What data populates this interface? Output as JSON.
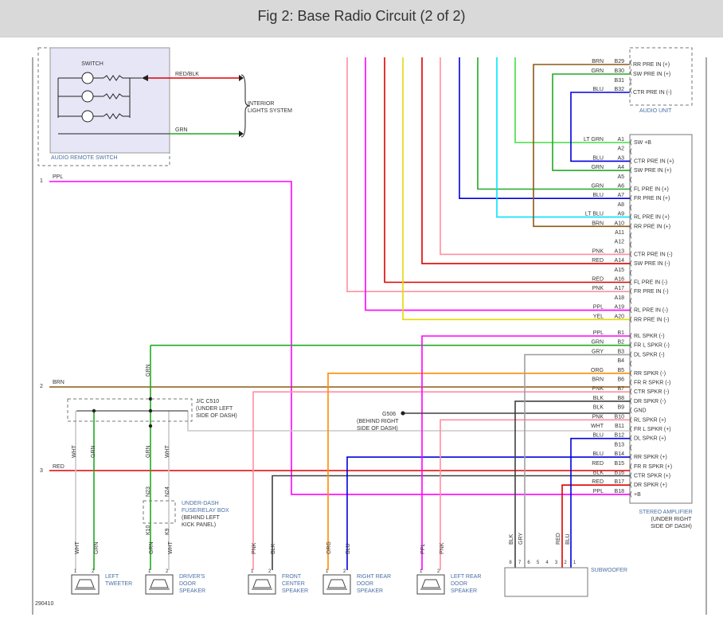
{
  "title": "Fig 2: Base Radio Circuit (2 of 2)",
  "figure_id": "290410",
  "colors": {
    "PPL": "#ff00ff",
    "GRN": "#22aa22",
    "BRN": "#8b5a14",
    "RED": "#dd0000",
    "BLU": "#0000dd",
    "WHT": "#c8c8c8",
    "BLK": "#404040",
    "PNK": "#ff8fa0",
    "ORG": "#ff8c00",
    "GRY": "#a0a0a0",
    "YEL": "#e8d800",
    "LT GRN": "#44dd44",
    "LT BLU": "#00e5ff",
    "RED/BLK": "#dd0000",
    "label": "#4a6fa5"
  },
  "labels": {
    "switch_partial": "SWITCH",
    "interior_lights": [
      "INTERIOR",
      "LIGHTS SYSTEM"
    ],
    "audio_remote_switch": "AUDIO REMOTE SWITCH",
    "audio_unit": "AUDIO UNIT",
    "jc": [
      "J/C C510",
      "(UNDER LEFT",
      "SIDE OF DASH)"
    ],
    "ground": [
      "G506",
      "(BEHIND RIGHT",
      "SIDE OF DASH)"
    ],
    "fuse": [
      "UNDER-DASH",
      "FUSE/RELAY BOX",
      "(BEHIND LEFT",
      "KICK PANEL)"
    ],
    "amp": [
      "STEREO AMPLIFIER",
      "(UNDER RIGHT",
      "SIDE OF DASH)"
    ],
    "subwoofer": "SUBWOOFER",
    "left_node_numbers": [
      "1",
      "2",
      "3"
    ],
    "fuse_pins": [
      "N23",
      "N24",
      "K10",
      "K9"
    ]
  },
  "remote_wires": [
    {
      "color": "RED/BLK"
    },
    {
      "color": "GRN"
    }
  ],
  "audio_unit_pins": [
    {
      "pin": "B29",
      "color": "BRN",
      "signal": "RR PRE IN (+)"
    },
    {
      "pin": "B30",
      "color": "GRN",
      "signal": "SW PRE IN (+)"
    },
    {
      "pin": "B31",
      "color": "",
      "signal": ""
    },
    {
      "pin": "B32",
      "color": "BLU",
      "signal": "CTR PRE IN (-)"
    }
  ],
  "amp_pins": [
    {
      "pin": "A1",
      "color": "LT GRN",
      "signal": "SW +B"
    },
    {
      "pin": "A2",
      "color": "",
      "signal": ""
    },
    {
      "pin": "A3",
      "color": "BLU",
      "signal": "CTR PRE IN (+)"
    },
    {
      "pin": "A4",
      "color": "GRN",
      "signal": "SW PRE IN (+)"
    },
    {
      "pin": "A5",
      "color": "",
      "signal": ""
    },
    {
      "pin": "A6",
      "color": "GRN",
      "signal": "FL PRE IN (+)"
    },
    {
      "pin": "A7",
      "color": "BLU",
      "signal": "FR PRE IN (+)"
    },
    {
      "pin": "A8",
      "color": "",
      "signal": ""
    },
    {
      "pin": "A9",
      "color": "LT BLU",
      "signal": "RL PRE IN (+)"
    },
    {
      "pin": "A10",
      "color": "BRN",
      "signal": "RR PRE IN (+)"
    },
    {
      "pin": "A11",
      "color": "",
      "signal": ""
    },
    {
      "pin": "A12",
      "color": "",
      "signal": ""
    },
    {
      "pin": "A13",
      "color": "PNK",
      "signal": "CTR PRE IN (-)"
    },
    {
      "pin": "A14",
      "color": "RED",
      "signal": "SW PRE IN (-)"
    },
    {
      "pin": "A15",
      "color": "",
      "signal": ""
    },
    {
      "pin": "A16",
      "color": "RED",
      "signal": "FL PRE IN (-)"
    },
    {
      "pin": "A17",
      "color": "PNK",
      "signal": "FR PRE IN (-)"
    },
    {
      "pin": "A18",
      "color": "",
      "signal": ""
    },
    {
      "pin": "A19",
      "color": "PPL",
      "signal": "RL PRE IN (-)"
    },
    {
      "pin": "A20",
      "color": "YEL",
      "signal": "RR PRE IN (-)"
    },
    {
      "pin": "B1",
      "color": "PPL",
      "signal": "RL SPKR (-)"
    },
    {
      "pin": "B2",
      "color": "GRN",
      "signal": "FR L SPKR (-)"
    },
    {
      "pin": "B3",
      "color": "GRY",
      "signal": "DL SPKR (-)"
    },
    {
      "pin": "B4",
      "color": "",
      "signal": ""
    },
    {
      "pin": "B5",
      "color": "ORG",
      "signal": "RR SPKR (-)"
    },
    {
      "pin": "B6",
      "color": "BRN",
      "signal": "FR R SPKR (-)"
    },
    {
      "pin": "B7",
      "color": "PNK",
      "signal": "CTR SPKR (-)"
    },
    {
      "pin": "B8",
      "color": "BLK",
      "signal": "DR SPKR (-)"
    },
    {
      "pin": "B9",
      "color": "BLK",
      "signal": "GND"
    },
    {
      "pin": "B10",
      "color": "PNK",
      "signal": "RL SPKR (+)"
    },
    {
      "pin": "B11",
      "color": "WHT",
      "signal": "FR L SPKR (+)"
    },
    {
      "pin": "B12",
      "color": "BLU",
      "signal": "DL SPKR (+)"
    },
    {
      "pin": "B13",
      "color": "",
      "signal": ""
    },
    {
      "pin": "B14",
      "color": "BLU",
      "signal": "RR SPKR (+)"
    },
    {
      "pin": "B15",
      "color": "RED",
      "signal": "FR R SPKR (+)"
    },
    {
      "pin": "B16",
      "color": "BLK",
      "signal": "CTR SPKR (+)"
    },
    {
      "pin": "B17",
      "color": "RED",
      "signal": "DR SPKR (+)"
    },
    {
      "pin": "B18",
      "color": "PPL",
      "signal": "+B"
    }
  ],
  "left_wires": [
    {
      "color": "PPL"
    },
    {
      "color": "BRN"
    },
    {
      "color": "RED"
    }
  ],
  "vertical_wire_labels": [
    "GRN",
    "WHT",
    "GRN",
    "GRN",
    "WHT"
  ],
  "speakers": [
    {
      "name": [
        "LEFT",
        "TWEETER"
      ],
      "wires": [
        "WHT",
        "GRN"
      ],
      "pins": [
        "1",
        "2"
      ]
    },
    {
      "name": [
        "DRIVER'S",
        "DOOR",
        "SPEAKER"
      ],
      "wires": [
        "GRN",
        "WHT"
      ],
      "pins": [
        "1",
        "2"
      ]
    },
    {
      "name": [
        "FRONT",
        "CENTER",
        "SPEAKER"
      ],
      "wires": [
        "PNK",
        "BLK"
      ],
      "pins": [
        "1",
        "2"
      ]
    },
    {
      "name": [
        "RIGHT REAR",
        "DOOR",
        "SPEAKER"
      ],
      "wires": [
        "ORG",
        "BLU"
      ],
      "pins": [
        "1",
        "2"
      ]
    },
    {
      "name": [
        "LEFT REAR",
        "DOOR",
        "SPEAKER"
      ],
      "wires": [
        "PPL",
        "PNK"
      ],
      "pins": [
        "1",
        "2"
      ]
    }
  ],
  "subwoofer_wires": [
    "BLK",
    "GRY",
    "RED",
    "BLU"
  ],
  "subwoofer_pins": [
    "8",
    "7",
    "6",
    "5",
    "4",
    "3",
    "2",
    "1"
  ]
}
